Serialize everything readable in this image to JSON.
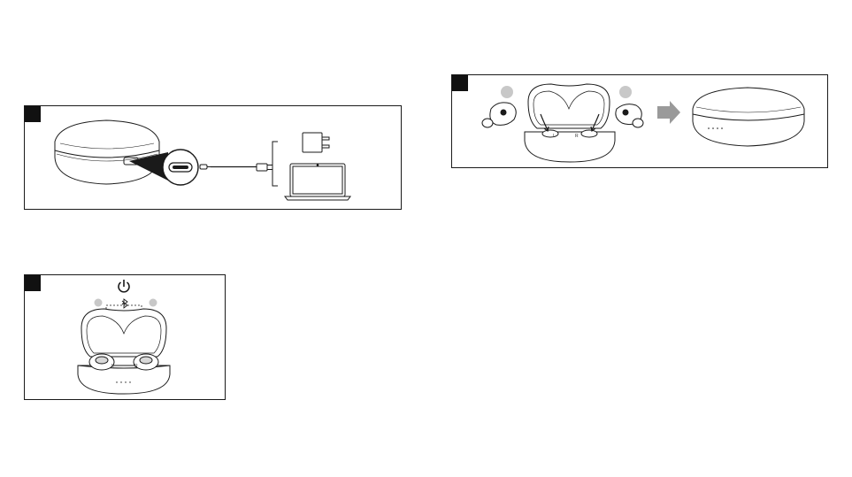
{
  "panels": [
    {
      "id": "charge",
      "marker": ""
    },
    {
      "id": "power-on",
      "marker": ""
    },
    {
      "id": "store",
      "marker": ""
    }
  ],
  "earbud_labels": {
    "left": "L",
    "right": "R"
  },
  "icons": [
    "charging-case-icon",
    "usb-c-port-icon",
    "usb-cable-icon",
    "wall-adapter-icon",
    "laptop-icon",
    "power-icon",
    "bluetooth-icon",
    "earbud-icon",
    "arrow-right-icon"
  ],
  "colors": {
    "line": "#1a1a1a",
    "marker": "#111111",
    "badge": "#c8c8c8",
    "arrow": "#9a9a9a"
  }
}
